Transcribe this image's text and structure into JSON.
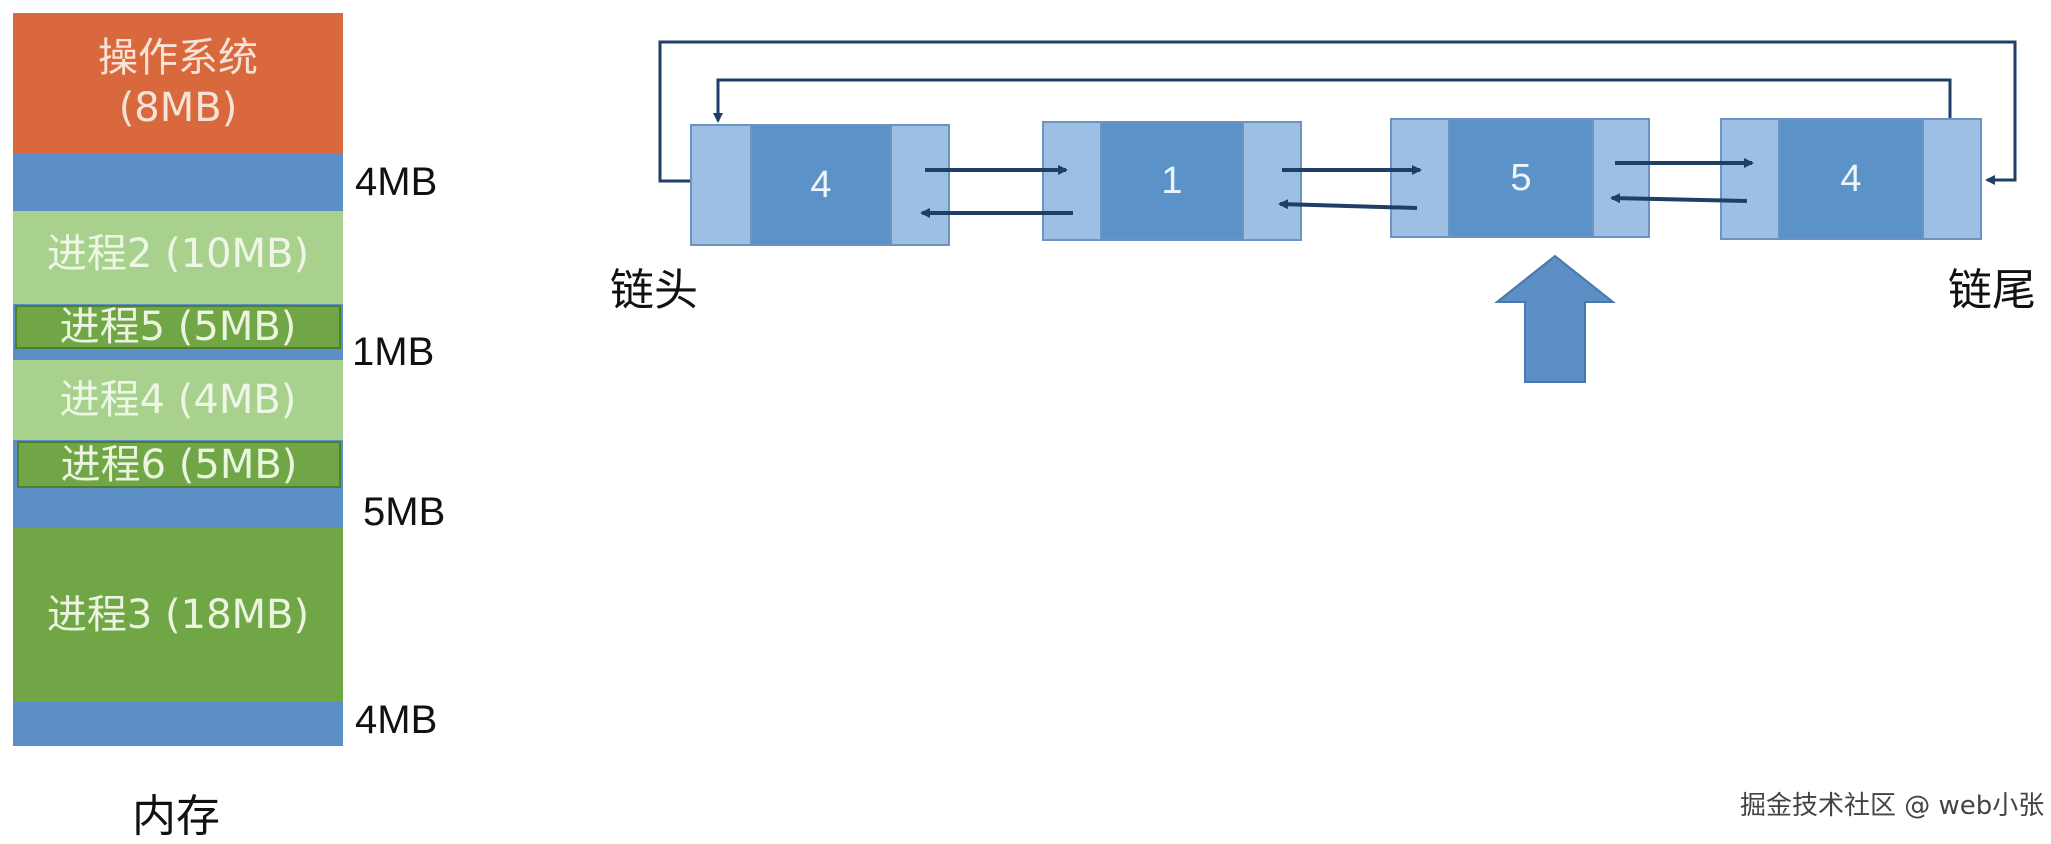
{
  "memory": {
    "blocks": [
      {
        "line1": "操作系统",
        "line2": "(8MB)"
      },
      {
        "label": "进程2 (10MB)"
      },
      {
        "label": "进程5 (5MB)"
      },
      {
        "label": "进程4 (4MB)"
      },
      {
        "label": "进程6 (5MB)"
      },
      {
        "label": "进程3 (18MB)"
      }
    ],
    "free_sizes": [
      "4MB",
      "1MB",
      "5MB",
      "4MB"
    ],
    "caption": "内存"
  },
  "list": {
    "nodes": [
      "4",
      "1",
      "5",
      "4"
    ],
    "head_label": "链头",
    "tail_label": "链尾"
  },
  "watermark": "掘金技术社区 @ web小张",
  "colors": {
    "os": "#d9693d",
    "free": "#5b8fc5",
    "process_light": "#a9d18e",
    "process_dark": "#70a646",
    "node_fill": "#5b93c8",
    "node_side": "#9dbfe4",
    "arrow": "#1f3f66"
  }
}
